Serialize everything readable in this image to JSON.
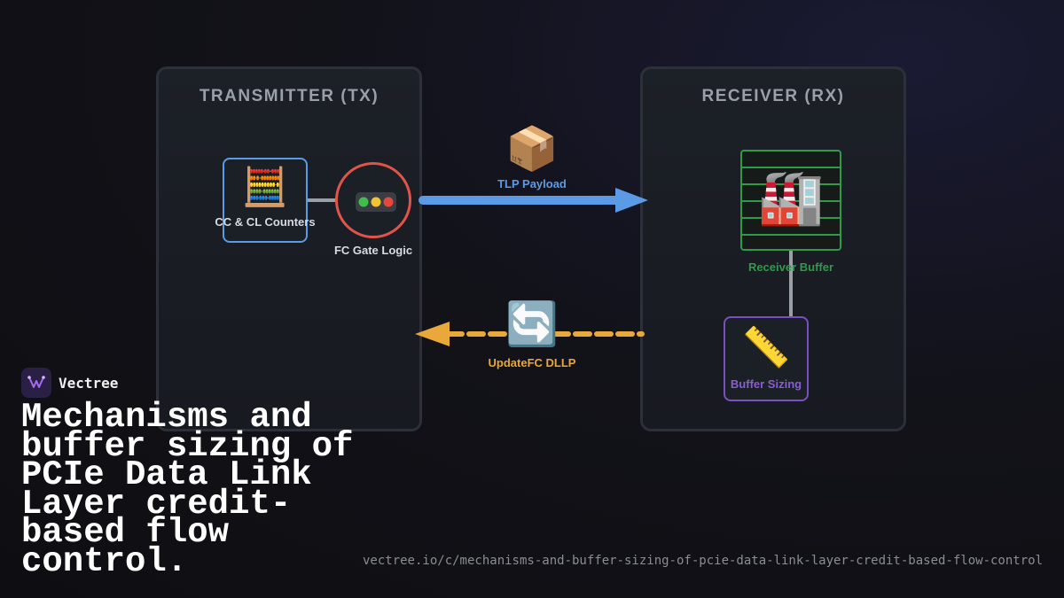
{
  "panels": {
    "tx_title": "TRANSMITTER (TX)",
    "rx_title": "RECEIVER (RX)"
  },
  "nodes": {
    "counters": {
      "label": "CC & CL Counters",
      "icon": "abacus-icon",
      "glyph": "🧮",
      "color": "#5b9be6"
    },
    "gate": {
      "label": "FC Gate Logic",
      "icon": "traffic-light-icon",
      "color": "#e0544a"
    },
    "buffer": {
      "label": "Receiver Buffer",
      "icon": "factory-icon",
      "glyph": "🏭",
      "color": "#2f9a48"
    },
    "sizing": {
      "label": "Buffer Sizing",
      "icon": "ruler-icon",
      "glyph": "📏",
      "color": "#8a5cd6"
    }
  },
  "arrows": {
    "tlp": {
      "label": "TLP Payload",
      "icon": "package-icon",
      "glyph": "📦",
      "color": "#5b9be6"
    },
    "dllp": {
      "label": "UpdateFC DLLP",
      "icon": "refresh-icon",
      "glyph": "🔄",
      "color": "#e8a83a"
    }
  },
  "brand": {
    "name": "Vectree",
    "icon": "vectree-logo"
  },
  "title": "Mechanisms and buffer sizing of PCIe Data Link Layer credit-based flow control.",
  "url": "vectree.io/c/mechanisms-and-buffer-sizing-of-pcie-data-link-layer-credit-based-flow-control"
}
